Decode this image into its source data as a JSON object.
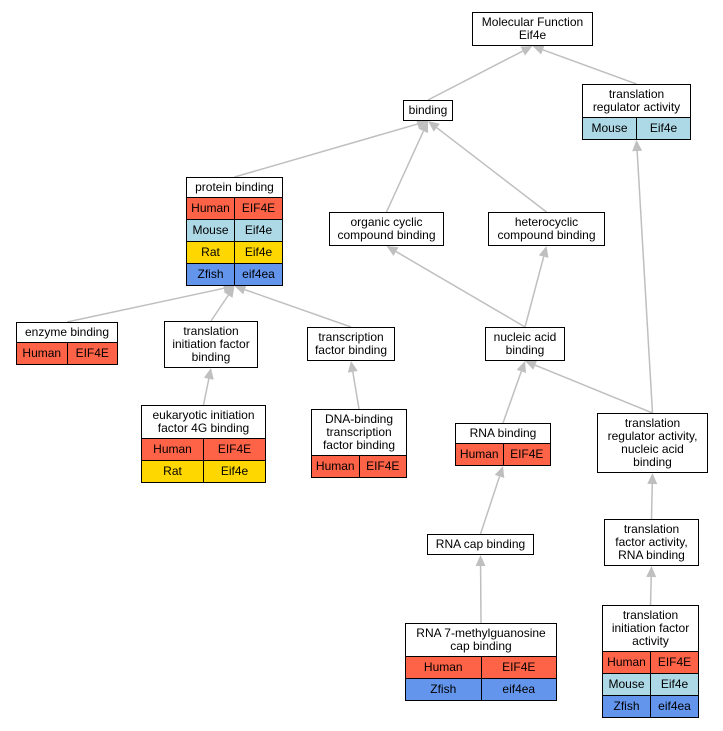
{
  "colors": {
    "Human": "#ff6347",
    "Mouse": "#add8e6",
    "Rat": "#ffd700",
    "Zfish": "#6495ed",
    "edge": "#bfbfbf"
  },
  "nodes": [
    {
      "id": "mf",
      "label": "Molecular Function\nEif4e",
      "rows": []
    },
    {
      "id": "binding",
      "label": "binding",
      "rows": []
    },
    {
      "id": "tra",
      "label": "translation\nregulator activity",
      "rows": [
        [
          "Mouse",
          "Eif4e"
        ]
      ]
    },
    {
      "id": "pb",
      "label": "protein binding",
      "rows": [
        [
          "Human",
          "EIF4E"
        ],
        [
          "Mouse",
          "Eif4e"
        ],
        [
          "Rat",
          "Eif4e"
        ],
        [
          "Zfish",
          "eif4ea"
        ]
      ]
    },
    {
      "id": "occb",
      "label": "organic cyclic\ncompound binding",
      "rows": []
    },
    {
      "id": "hcb",
      "label": "heterocyclic\ncompound binding",
      "rows": []
    },
    {
      "id": "eb",
      "label": "enzyme binding",
      "rows": [
        [
          "Human",
          "EIF4E"
        ]
      ]
    },
    {
      "id": "tifb",
      "label": "translation\ninitiation factor\nbinding",
      "rows": []
    },
    {
      "id": "tfb",
      "label": "transcription\nfactor binding",
      "rows": []
    },
    {
      "id": "nab",
      "label": "nucleic acid\nbinding",
      "rows": []
    },
    {
      "id": "ei4g",
      "label": "eukaryotic initiation\nfactor 4G binding",
      "rows": [
        [
          "Human",
          "EIF4E"
        ],
        [
          "Rat",
          "Eif4e"
        ]
      ]
    },
    {
      "id": "dbtfb",
      "label": "DNA-binding\ntranscription\nfactor binding",
      "rows": [
        [
          "Human",
          "EIF4E"
        ]
      ]
    },
    {
      "id": "rnab",
      "label": "RNA binding",
      "rows": [
        [
          "Human",
          "EIF4E"
        ]
      ]
    },
    {
      "id": "trana",
      "label": "translation\nregulator activity,\nnucleic acid\nbinding",
      "rows": []
    },
    {
      "id": "rcb",
      "label": "RNA cap binding",
      "rows": []
    },
    {
      "id": "tfarb",
      "label": "translation\nfactor activity,\nRNA binding",
      "rows": []
    },
    {
      "id": "r7mg",
      "label": "RNA 7-methylguanosine\ncap binding",
      "rows": [
        [
          "Human",
          "EIF4E"
        ],
        [
          "Zfish",
          "eif4ea"
        ]
      ]
    },
    {
      "id": "tifa",
      "label": "translation\ninitiation factor\nactivity",
      "rows": [
        [
          "Human",
          "EIF4E"
        ],
        [
          "Mouse",
          "Eif4e"
        ],
        [
          "Zfish",
          "eif4ea"
        ]
      ]
    }
  ],
  "edges": [
    [
      "binding",
      "mf"
    ],
    [
      "tra",
      "mf"
    ],
    [
      "pb",
      "binding"
    ],
    [
      "occb",
      "binding"
    ],
    [
      "hcb",
      "binding"
    ],
    [
      "eb",
      "pb"
    ],
    [
      "tifb",
      "pb"
    ],
    [
      "tfb",
      "pb"
    ],
    [
      "ei4g",
      "tifb"
    ],
    [
      "dbtfb",
      "tfb"
    ],
    [
      "nab",
      "occb"
    ],
    [
      "nab",
      "hcb"
    ],
    [
      "rnab",
      "nab"
    ],
    [
      "trana",
      "nab"
    ],
    [
      "trana",
      "tra"
    ],
    [
      "rcb",
      "rnab"
    ],
    [
      "r7mg",
      "rcb"
    ],
    [
      "tfarb",
      "trana"
    ],
    [
      "tifa",
      "tfarb"
    ]
  ]
}
